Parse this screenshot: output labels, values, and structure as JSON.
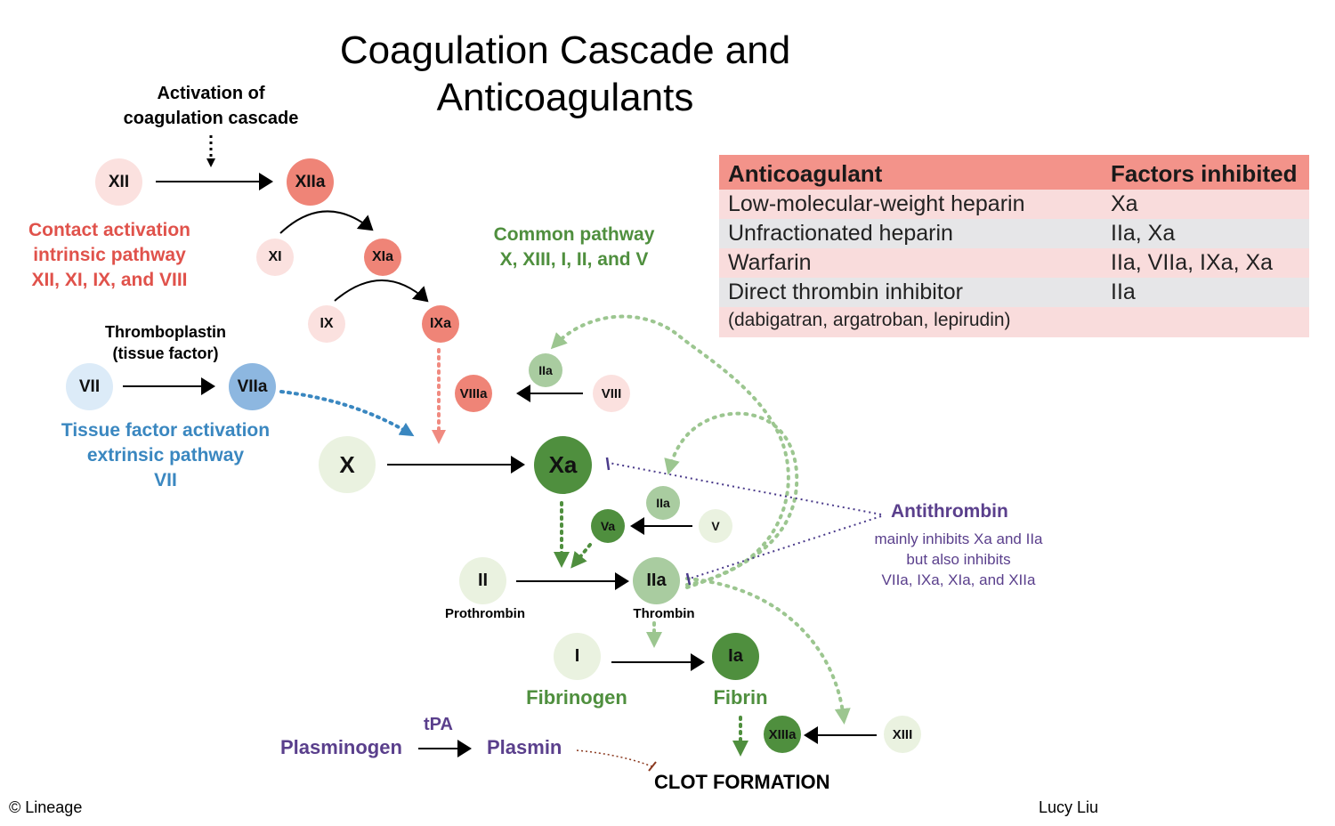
{
  "title": [
    "Coagulation Cascade and",
    "Anticoagulants"
  ],
  "labels": {
    "activation": [
      "Activation of",
      "coagulation cascade"
    ],
    "intrinsic": [
      "Contact activation",
      "intrinsic pathway",
      "XII, XI, IX, and VIII"
    ],
    "thromboplastin": [
      "Thromboplastin",
      "(tissue factor)"
    ],
    "extrinsic": [
      "Tissue factor activation",
      "extrinsic pathway",
      "VII"
    ],
    "common": [
      "Common pathway",
      "X, XIII, I, II, and V"
    ],
    "prothrombin": "Prothrombin",
    "thrombin": "Thrombin",
    "fibrinogen": "Fibrinogen",
    "fibrin": "Fibrin",
    "antithrombin_title": "Antithrombin",
    "antithrombin_desc": [
      "mainly inhibits Xa and IIa",
      "but also inhibits",
      "VIIa, IXa, XIa, and XIIa"
    ],
    "plasminogen": "Plasminogen",
    "tpa": "tPA",
    "plasmin": "Plasmin",
    "clot_formation": "CLOT FORMATION",
    "copyright": "© Lineage",
    "author": "Lucy Liu"
  },
  "nodes": {
    "XII": "XII",
    "XIIa": "XIIa",
    "XI": "XI",
    "XIa": "XIa",
    "IX": "IX",
    "IXa": "IXa",
    "VII": "VII",
    "VIIa": "VIIa",
    "VIII": "VIII",
    "VIIIa": "VIIIa",
    "IIa_top": "IIa",
    "X": "X",
    "Xa": "Xa",
    "IIa_mid": "IIa",
    "V": "V",
    "Va": "Va",
    "II": "II",
    "IIa": "IIa",
    "I": "I",
    "Ia": "Ia",
    "XIII": "XIII",
    "XIIIa": "XIIIa"
  },
  "colors": {
    "intrinsic_red": "#e0524b",
    "extrinsic_blue": "#3a87c0",
    "common_green": "#4f8f3e",
    "antithrombin_purple": "#5a3f8c",
    "table_header": "#f3938a",
    "table_row_pink": "#f9dcdc",
    "table_row_grey": "#e6e6e8"
  },
  "table": {
    "headers": [
      "Anticoagulant",
      "Factors inhibited"
    ],
    "rows": [
      {
        "drug": "Low-molecular-weight heparin",
        "factors": "Xa"
      },
      {
        "drug": "Unfractionated heparin",
        "factors": "IIa, Xa"
      },
      {
        "drug": "Warfarin",
        "factors": "IIa, VIIa, IXa, Xa"
      },
      {
        "drug": "Direct thrombin inhibitor",
        "factors": "IIa",
        "note": "(dabigatran, argatroban, lepirudin)"
      }
    ]
  }
}
